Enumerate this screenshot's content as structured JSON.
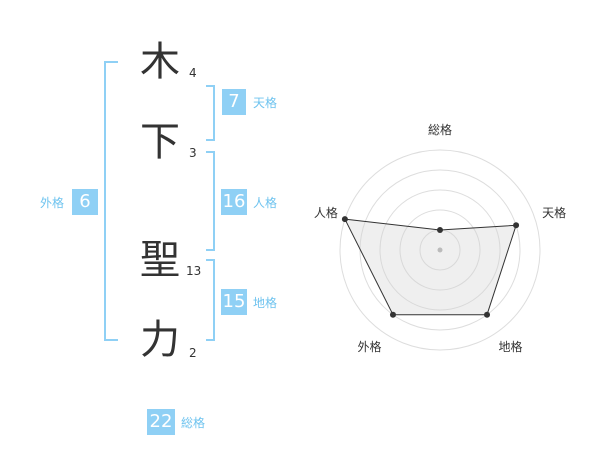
{
  "colors": {
    "accent": "#8fd0f5",
    "label": "#6ec3ef",
    "text": "#333333"
  },
  "name": {
    "chars": [
      {
        "char": "木",
        "strokes": "4"
      },
      {
        "char": "下",
        "strokes": "3"
      },
      {
        "char": "聖",
        "strokes": "13"
      },
      {
        "char": "力",
        "strokes": "2"
      }
    ]
  },
  "fortunes": {
    "tenkaku": {
      "value": "7",
      "label": "天格"
    },
    "jinkaku": {
      "value": "16",
      "label": "人格"
    },
    "chikaku": {
      "value": "15",
      "label": "地格"
    },
    "gaikaku": {
      "value": "6",
      "label": "外格"
    },
    "soukaku": {
      "value": "22",
      "label": "総格"
    }
  },
  "chart_data": {
    "type": "radar",
    "axes": [
      "総格",
      "天格",
      "地格",
      "外格",
      "人格"
    ],
    "values": [
      1,
      4,
      4,
      4,
      5
    ],
    "max": 5,
    "rings": 5
  }
}
